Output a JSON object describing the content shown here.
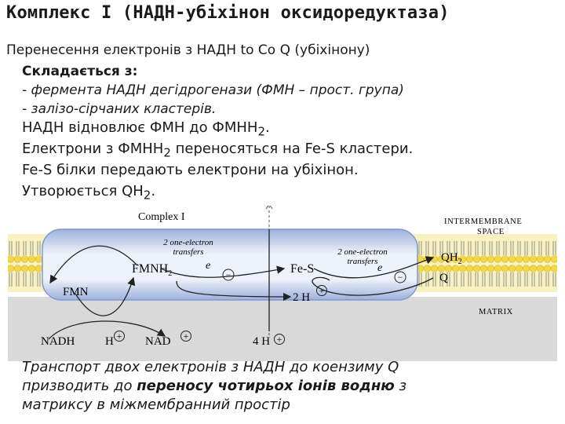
{
  "title": "Комплекс I (НАДН-убіхінон оксидоредуктаза)",
  "subtitle": "Перенесення електронів з НАДН to Co Q (убіхінону)",
  "consists_label": "Складається з:",
  "bullets": [
    "- ферментa НАДН дегідрогенази (ФМН – прост. група)",
    "- залізо-сірчаних кластерів."
  ],
  "lines": {
    "l1_pre": "НАДН відновлює ФМН до ФМНН",
    "l1_sub": "2",
    "l1_post": ".",
    "l2_pre": "Електрони з ФМНН",
    "l2_sub": "2",
    "l2_post": " переносяться на Fe-S кластери.",
    "l3": "Fe-S білки передають електрони на убіхінон.",
    "l4_pre": "Утворюється QH",
    "l4_sub": "2",
    "l4_post": "."
  },
  "diagram": {
    "complex_label": "Complex I",
    "intermembrane_label": "INTERMEMBRANE",
    "space_label": "SPACE",
    "matrix_label": "MATRIX",
    "transfer_left_1": "2 one-electron",
    "transfer_left_2": "transfers",
    "transfer_right_1": "2 one-electron",
    "transfer_right_2": "transfers",
    "fmnh2_label": "FMNH",
    "fmnh2_sub": "2",
    "fes_label": "Fe-S",
    "fmn_label": "FMN",
    "nadh_label": "NADH",
    "h_label": "H",
    "nad_label": "NAD",
    "two_h_label": "2 H",
    "four_h_label": "4 H",
    "qh2_label": "QH",
    "qh2_sub": "2",
    "q_label": "Q",
    "electron_symbol": "e",
    "minus_symbol": "−",
    "plus_symbol": "+"
  },
  "caption": {
    "line1": "Транспорт двох електронів з НАДН  до  коензиму  Q",
    "line2_pre": "призводить до ",
    "line2_bold": "переносу чотирьох іонів водню",
    "line2_post": " з",
    "line3": "матриксу в міжмембранний простір"
  },
  "colors": {
    "membrane_yellow": "#f1d84a",
    "membrane_blue": "#6f88c6",
    "complex_gradient_mid": "#eef3fb",
    "matrix_gray": "#d9d9d9",
    "text": "#1a1a1a"
  }
}
